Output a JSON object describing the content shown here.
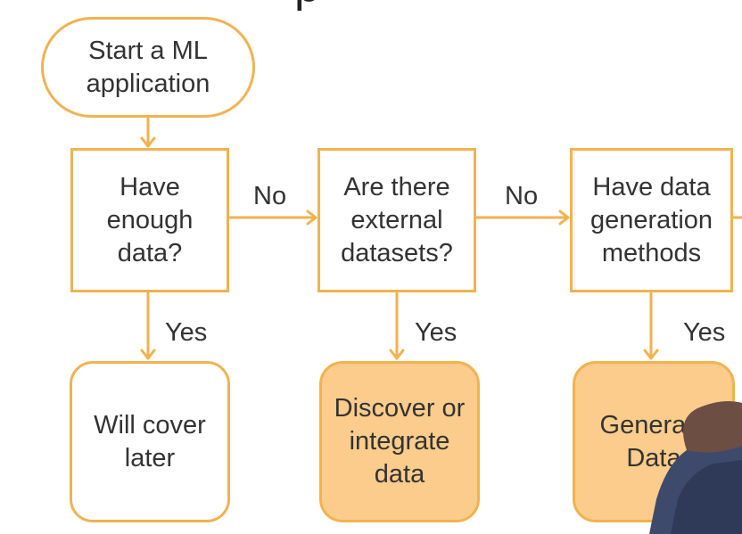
{
  "header": {
    "title_fragment": "p"
  },
  "diagram": {
    "nodes": {
      "start": "Start a ML\napplication",
      "have_enough": "Have\nenough\ndata?",
      "external": "Are there\nexternal\ndatasets?",
      "generation": "Have data\ngeneration\nmethods",
      "cover_later": "Will cover\nlater",
      "discover": "Discover or\nintegrate\ndata",
      "generate": "Generate\nData"
    },
    "edge_labels": {
      "no_1": "No",
      "no_2": "No",
      "yes_1": "Yes",
      "yes_2": "Yes",
      "yes_3": "Yes"
    },
    "colors": {
      "stroke": "#F1B250",
      "filled": "#FBCC8B",
      "text": "#333333"
    }
  }
}
